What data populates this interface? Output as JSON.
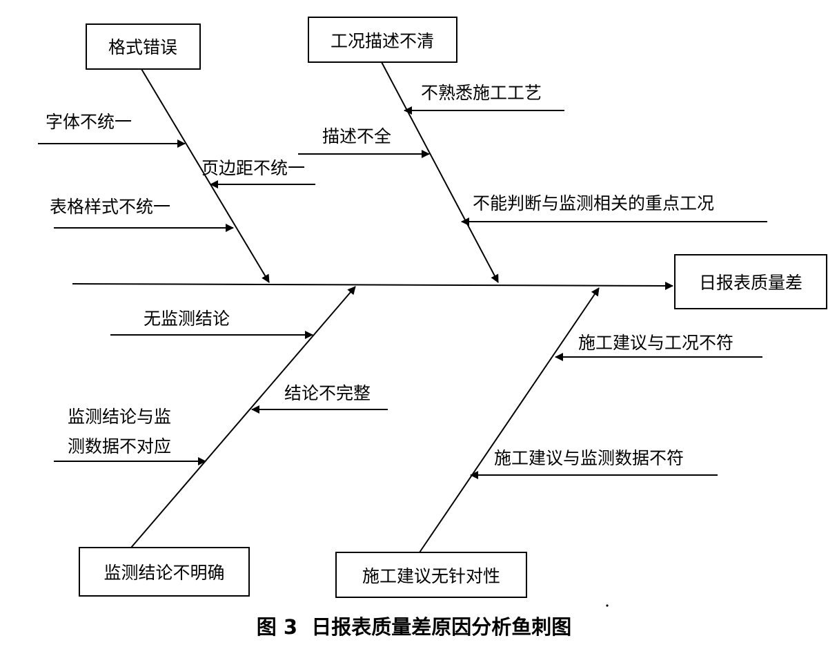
{
  "figure": {
    "caption": "图 3  日报表质量差原因分析鱼刺图",
    "effect": "日报表质量差",
    "categories": {
      "format_error": {
        "title": "格式错误",
        "causes": [
          "字体不统一",
          "页边距不统一",
          "表格样式不统一"
        ]
      },
      "condition_unclear": {
        "title": "工况描述不清",
        "causes": [
          "不熟悉施工工艺",
          "描述不全",
          "不能判断与监测相关的重点工况"
        ]
      },
      "conclusion_unclear": {
        "title": "监测结论不明确",
        "causes": [
          "无监测结论",
          "结论不完整",
          "监测结论与监",
          "测数据不对应"
        ]
      },
      "suggestion_untargeted": {
        "title": "施工建议无针对性",
        "causes": [
          "施工建议与工况不符",
          "施工建议与监测数据不符"
        ]
      }
    }
  }
}
